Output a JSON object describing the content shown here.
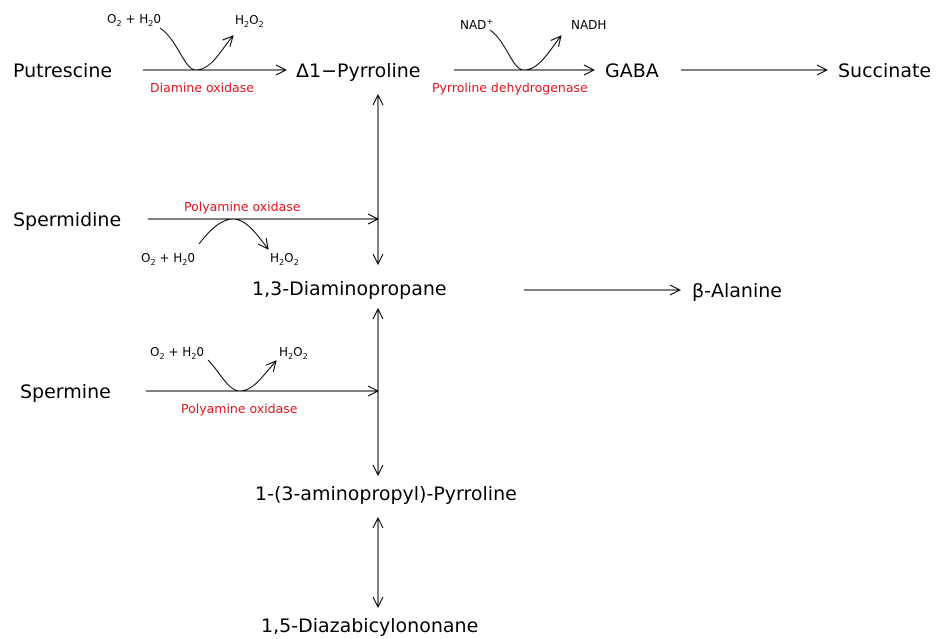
{
  "colors": {
    "enzyme": "#e8141c",
    "ink": "#000000",
    "background": "#ffffff"
  },
  "nodes": {
    "putrescine": "Putrescine",
    "pyrroline": "Δ1−Pyrroline",
    "gaba": "GABA",
    "succinate": "Succinate",
    "spermidine": "Spermidine",
    "diaminopropane": "1,3-Diaminopropane",
    "alanine": "β-Alanine",
    "spermine": "Spermine",
    "aminopropyl_pyrroline": "1-(3-aminopropyl)-Pyrroline",
    "diazabicyclononane": "1,5-Diazabicylononane"
  },
  "enzymes": {
    "diamine_oxidase": "Diamine oxidase",
    "pyrroline_dehydrogenase": "Pyrroline dehydrogenase",
    "polyamine_oxidase_spermidine": "Polyamine oxidase",
    "polyamine_oxidase_spermine": "Polyamine oxidase"
  },
  "cofactors": {
    "o2": "O",
    "sub2": "2",
    "plus": " + ",
    "h": "H",
    "zero": "0",
    "h2o2_h": "H",
    "h2o2_o": "O",
    "nad": "NAD",
    "nad_sup": "+",
    "nadh": "NADH"
  }
}
